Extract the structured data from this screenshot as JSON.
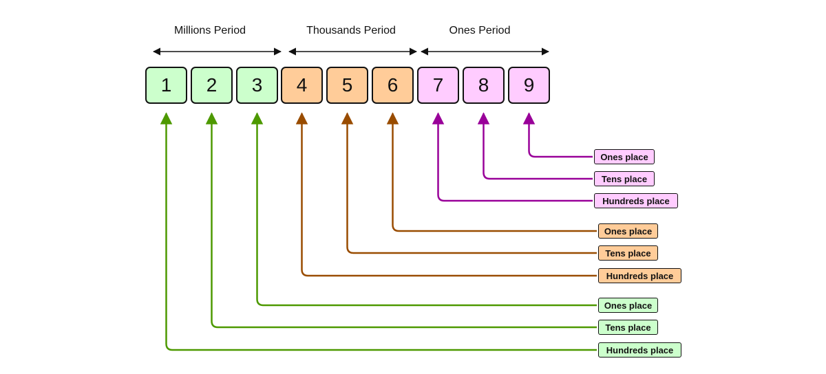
{
  "periods": [
    {
      "label": "Millions Period"
    },
    {
      "label": "Thousands Period"
    },
    {
      "label": "Ones Period"
    }
  ],
  "digits": [
    {
      "value": "1",
      "group": "millions"
    },
    {
      "value": "2",
      "group": "millions"
    },
    {
      "value": "3",
      "group": "millions"
    },
    {
      "value": "4",
      "group": "thousands"
    },
    {
      "value": "5",
      "group": "thousands"
    },
    {
      "value": "6",
      "group": "thousands"
    },
    {
      "value": "7",
      "group": "ones"
    },
    {
      "value": "8",
      "group": "ones"
    },
    {
      "value": "9",
      "group": "ones"
    }
  ],
  "place_labels": [
    {
      "label": "Ones place",
      "group": "ones",
      "digit": "9"
    },
    {
      "label": "Tens place",
      "group": "ones",
      "digit": "8"
    },
    {
      "label": "Hundreds place",
      "group": "ones",
      "digit": "7"
    },
    {
      "label": "Ones place",
      "group": "thousands",
      "digit": "6"
    },
    {
      "label": "Tens place",
      "group": "thousands",
      "digit": "5"
    },
    {
      "label": "Hundreds place",
      "group": "thousands",
      "digit": "4"
    },
    {
      "label": "Ones place",
      "group": "millions",
      "digit": "3"
    },
    {
      "label": "Tens place",
      "group": "millions",
      "digit": "2"
    },
    {
      "label": "Hundreds place",
      "group": "millions",
      "digit": "1"
    }
  ],
  "colors": {
    "millions_fill": "#ccffcc",
    "millions_line": "#4d9900",
    "thousands_fill": "#ffcc99",
    "thousands_line": "#994c00",
    "ones_fill": "#ffccff",
    "ones_line": "#990099",
    "border": "#111111"
  }
}
